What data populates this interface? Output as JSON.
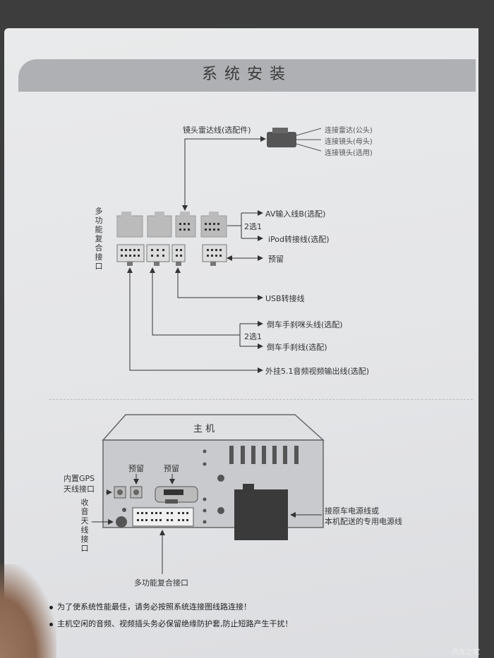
{
  "title": "系统安装",
  "top_diagram": {
    "camera_cable_label": "镜头雷达线(选配件)",
    "radar_outputs": [
      "连接雷达(公头)",
      "连接镜头(母头)",
      "连接镜头(选用)"
    ],
    "multi_port_vertical": "多功能复合接口",
    "av_input_b": "AV输入线B(选配)",
    "choose_one_a": "2选1",
    "ipod_cable": "iPod转接线(选配)",
    "reserved": "预留",
    "usb_cable": "USB转接线",
    "reverse_mic_cable": "倒车手刹咪头线(选配)",
    "choose_one_b": "2选1",
    "reverse_brake_cable": "倒车手刹线(选配)",
    "external_51": "外挂5.1音频视频输出线(选配)"
  },
  "bottom_diagram": {
    "host_label": "主  机",
    "gps_label": "内置GPS天线接口",
    "gps_line1": "内置GPS",
    "gps_line2": "天线接口",
    "reserved_1": "预留",
    "reserved_2": "预留",
    "radio_vertical": "收音天线接口",
    "power_line1": "接原车电源线或",
    "power_line2": "本机配送的专用电源线",
    "multi_port_label": "多功能复合接口"
  },
  "notes": [
    "为了使系统性能最佳，请务必按照系统连接图线路连接！",
    "主机空闲的音频、视频插头务必保留绝缘防护套,防止短路产生干扰！"
  ],
  "watermark": "汽车之家"
}
